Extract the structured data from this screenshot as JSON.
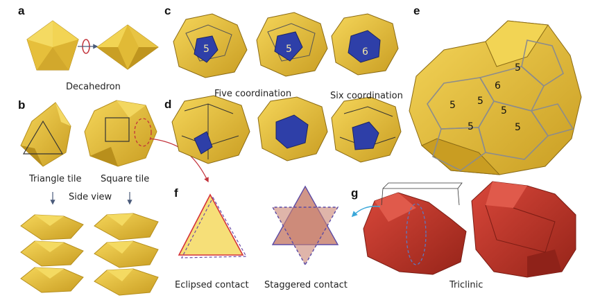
{
  "panels": {
    "a": "a",
    "b": "b",
    "c": "c",
    "d": "d",
    "e": "e",
    "f": "f",
    "g": "g"
  },
  "captions": {
    "decahedron": "Decahedron",
    "five_coordination": "Five coordination",
    "six_coordination": "Six coordination",
    "triangle_tile": "Triangle tile",
    "square_tile": "Square tile",
    "side_view": "Side view",
    "eclipsed_contact": "Eclipsed contact",
    "staggered_contact": "Staggered contact",
    "triclinic": "Triclinic"
  },
  "coordination_numbers": {
    "c_left": "5",
    "c_mid": "5",
    "c_right": "6",
    "e": [
      "5",
      "6",
      "5",
      "5",
      "5",
      "5",
      "5"
    ]
  },
  "colors": {
    "gold": "#e7c23a",
    "gold_dark": "#b8901c",
    "blue": "#2e3fa8",
    "red": "#c0342a",
    "red_dark": "#8f2219",
    "arrow_red": "#c2323a",
    "arrow_blue": "#3aa7d9",
    "triangle_fill": "#f6df78",
    "tri_salmon": "#c98472",
    "outline_purple": "#5b4aa5"
  }
}
